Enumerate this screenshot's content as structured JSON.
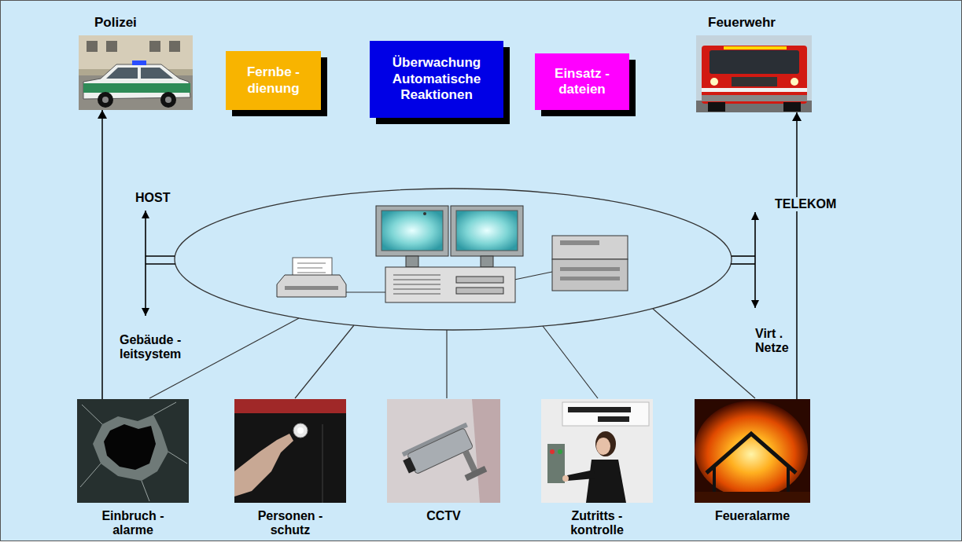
{
  "diagram": {
    "nodes": [
      {
        "text": [
          "Polizei"
        ]
      },
      {
        "text": [
          "Fernbe - dienung"
        ]
      },
      {
        "text": [
          "Überwachung Automatische Reaktionen"
        ]
      },
      {
        "text": [
          "Einsatz - dateien"
        ]
      },
      {
        "text": [
          "Feuerwehr"
        ]
      },
      {
        "text": [
          "Einbruch - alarme"
        ]
      },
      {
        "text": [
          "Personen - schutz"
        ]
      },
      {
        "text": [
          "CCTV"
        ]
      },
      {
        "text": [
          "Zutritts - kontrolle"
        ]
      },
      {
        "text": [
          "Feueralarme"
        ]
      }
    ],
    "edges": [
      {
        "from": 5,
        "to": 0,
        "arrow": "to"
      },
      {
        "from": 9,
        "to": 4,
        "arrow": "to"
      }
    ],
    "labels": [
      "HOST",
      "Gebäude - leitsystem",
      "TELEKOM",
      "Virt . Netze"
    ]
  }
}
